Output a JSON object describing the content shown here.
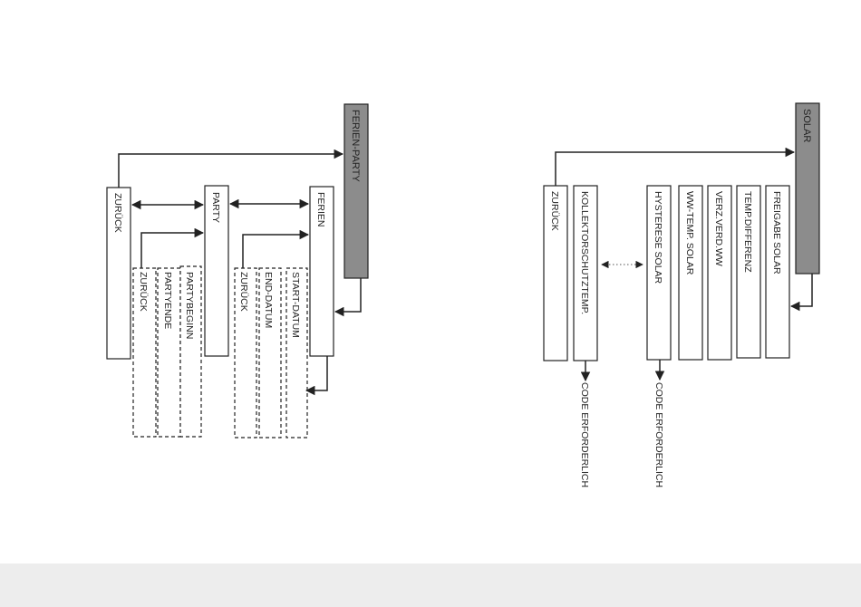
{
  "colors": {
    "header_fill": "#8c8c8c",
    "footer_bar": "#ededed",
    "line": "#222222"
  },
  "left_diagram": {
    "header": "FERIEN-PARTY",
    "back": "ZURÜCK",
    "party": "PARTY",
    "ferien": "FERIEN",
    "party_sub": [
      "ZURÜCK",
      "PARTYENDE",
      "PARTYBEGINN"
    ],
    "ferien_sub": [
      "ZURÜCK",
      "END-DATUM",
      "START-DATUM"
    ]
  },
  "right_diagram": {
    "header": "SOLAR",
    "back": "ZURÜCK",
    "kollektor": "KOLLEKTORSCHUTZTEMP.",
    "hysterese": "HYSTERESE SOLAR",
    "items": [
      "WW-TEMP. SOLAR",
      "VERZ.VERD.WW",
      "TEMP.DIFFERENZ",
      "FREIGABE SOLAR"
    ],
    "code_note": "CODE ERFORDERLICH"
  }
}
